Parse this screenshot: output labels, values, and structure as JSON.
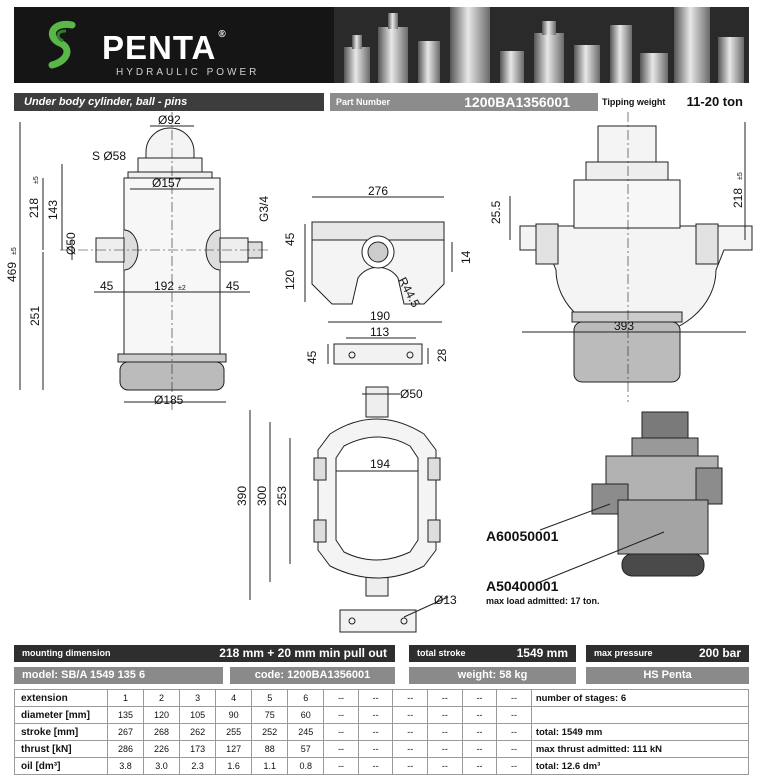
{
  "header": {
    "brand": "PENTA",
    "registered": "®",
    "tagline": "HYDRAULIC POWER"
  },
  "titlebar": {
    "product": "Under body cylinder, ball - pins",
    "part_label": "Part Number",
    "part_number": "1200BA1356001",
    "tipping_label": "Tipping weight",
    "tipping_value": "11-20 ton"
  },
  "dims": {
    "ball_dia": "Ø92",
    "sphere": "S Ø58",
    "body_dia": "Ø157",
    "pin_dia": "Ø50",
    "pin_left": "45",
    "pin_span": "192",
    "pin_span_tol": "±2",
    "pin_right": "45",
    "height_upper": "218",
    "height_upper_tol": "±5",
    "height_143": "143",
    "height_total": "469",
    "height_total_tol": "±5",
    "height_251": "251",
    "base_dia": "Ø185",
    "thread": "G3/4",
    "bracket_width": "276",
    "bracket_45": "45",
    "bracket_120": "120",
    "bracket_14": "14",
    "bracket_radius": "R44.5",
    "plate_190": "190",
    "plate_113": "113",
    "plate_45": "45",
    "plate_28": "28",
    "side_25_5": "25.5",
    "side_218": "218",
    "side_218_tol": "±5",
    "side_393": "393",
    "top_pin_dia": "Ø50",
    "frame_194": "194",
    "frame_390": "390",
    "frame_300": "300",
    "frame_253": "253",
    "hole_dia": "Ø13"
  },
  "callouts": {
    "part_a": "A60050001",
    "part_b": "A50400001",
    "max_load": "max load admitted: 17 ton."
  },
  "specs": {
    "mounting_label": "mounting dimension",
    "mounting_value": "218 mm + 20 mm min pull out",
    "stroke_label": "total stroke",
    "stroke_value": "1549 mm",
    "pressure_label": "max pressure",
    "pressure_value": "200 bar",
    "model": "model: SB/A 1549 135 6",
    "code": "code: 1200BA1356001",
    "weight": "weight: 58 kg",
    "maker": "HS Penta"
  },
  "table": {
    "rows": [
      {
        "label": "extension",
        "cells": [
          "1",
          "2",
          "3",
          "4",
          "5",
          "6",
          "--",
          "--",
          "--",
          "--",
          "--",
          "--"
        ],
        "note": "number of stages: 6"
      },
      {
        "label": "diameter [mm]",
        "cells": [
          "135",
          "120",
          "105",
          "90",
          "75",
          "60",
          "--",
          "--",
          "--",
          "--",
          "--",
          "--"
        ],
        "note": ""
      },
      {
        "label": "stroke [mm]",
        "cells": [
          "267",
          "268",
          "262",
          "255",
          "252",
          "245",
          "--",
          "--",
          "--",
          "--",
          "--",
          "--"
        ],
        "note": "total: 1549 mm"
      },
      {
        "label": "thrust [kN]",
        "cells": [
          "286",
          "226",
          "173",
          "127",
          "88",
          "57",
          "--",
          "--",
          "--",
          "--",
          "--",
          "--"
        ],
        "note": "max thrust admitted: 111 kN"
      },
      {
        "label": "oil [dm³]",
        "cells": [
          "3.8",
          "3.0",
          "2.3",
          "1.6",
          "1.1",
          "0.8",
          "--",
          "--",
          "--",
          "--",
          "--",
          "--"
        ],
        "note": "total: 12.6 dm³"
      }
    ]
  }
}
